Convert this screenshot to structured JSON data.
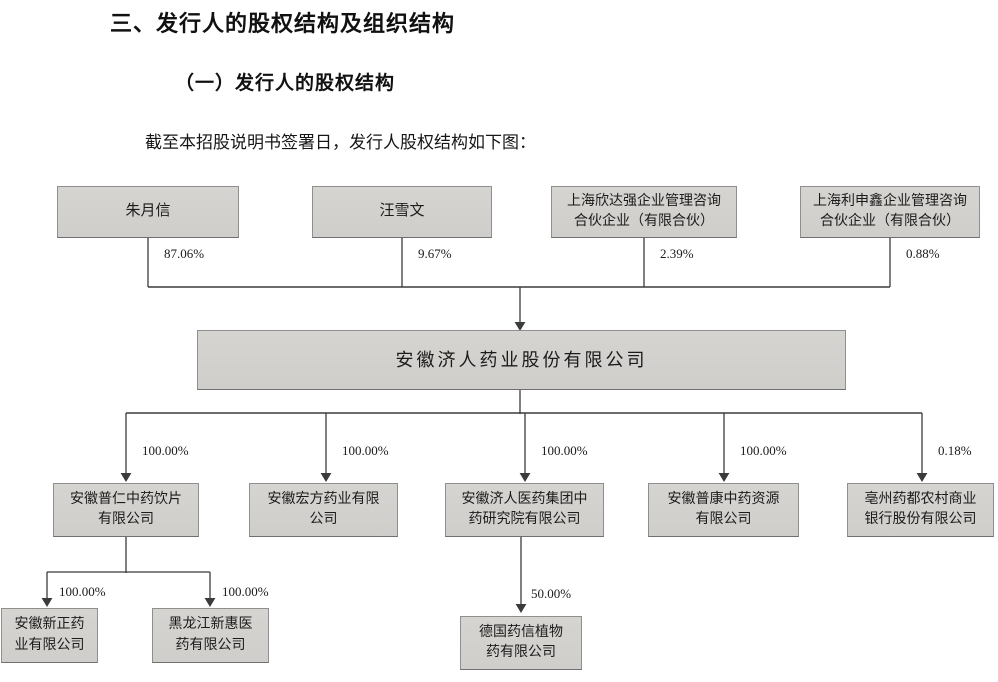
{
  "page": {
    "heading": "三、发行人的股权结构及组织结构",
    "subheading": "（一）发行人的股权结构",
    "intro": "截至本招股说明书签署日，发行人股权结构如下图："
  },
  "diagram": {
    "issuer": {
      "name": "安徽济人药业股份有限公司"
    },
    "shareholders": [
      {
        "name": "朱月信",
        "pct": "87.06%"
      },
      {
        "name": "汪雪文",
        "pct": "9.67%"
      },
      {
        "name": "上海欣达强企业管理咨询合伙企业（有限合伙）",
        "pct": "2.39%"
      },
      {
        "name": "上海利申鑫企业管理咨询合伙企业（有限合伙）",
        "pct": "0.88%"
      }
    ],
    "subsidiaries": [
      {
        "name": "安徽普仁中药饮片有限公司",
        "pct": "100.00%"
      },
      {
        "name": "安徽宏方药业有限公司",
        "pct": "100.00%"
      },
      {
        "name": "安徽济人医药集团中药研究院有限公司",
        "pct": "100.00%"
      },
      {
        "name": "安徽普康中药资源有限公司",
        "pct": "100.00%"
      },
      {
        "name": "亳州药都农村商业银行股份有限公司",
        "pct": "0.18%"
      }
    ],
    "second_tier": [
      {
        "name": "安徽新正药业有限公司",
        "pct": "100.00%",
        "parent": "安徽普仁中药饮片有限公司"
      },
      {
        "name": "黑龙江新惠医药有限公司",
        "pct": "100.00%",
        "parent": "安徽普仁中药饮片有限公司"
      },
      {
        "name": "德国药信植物药有限公司",
        "pct": "50.00%",
        "parent": "安徽济人医药集团中药研究院有限公司"
      }
    ],
    "colors": {
      "box_fill": "#d6d4d1",
      "box_border": "#8f8f8f",
      "line": "#3b3b3b"
    }
  }
}
